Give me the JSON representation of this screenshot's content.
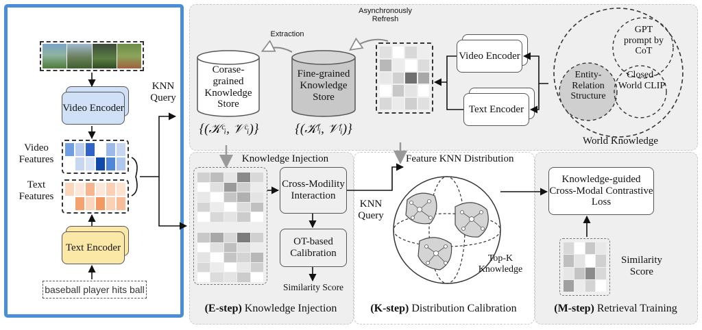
{
  "left_panel": {
    "video_encoder": "Video Encoder",
    "video_features": "Video Features",
    "text_features": "Text Features",
    "text_encoder": "Text Encoder",
    "caption": "baseball player hits ball",
    "knn_query": "KNN Query"
  },
  "top_panel": {
    "extraction": "Extraction",
    "async_refresh": "Asynchronously Refresh",
    "coarse_store": "Corase-grained Knowledge Store",
    "fine_store": "Fine-grained Knowledge Store",
    "coarse_set": "{(𝒦ᶜᵢ, 𝒱ᶜᵢ)}",
    "fine_set": "{(𝒦ᶠᵢ, 𝒱ᶠᵢ)}",
    "video_encoder": "Video Encoder",
    "text_encoder": "Text Encoder",
    "world_knowledge": "World Knowledge",
    "gpt": "GPT prompt by CoT",
    "entity": "Entity-Relation Structure",
    "clip": "Closed-World CLIP",
    "feature_knn": "Feature KNN Distribution"
  },
  "e_step": {
    "title": "Knowledge Injection",
    "cross_modality": "Cross-Modility Interaction",
    "ot": "OT-based Calibration",
    "similarity": "Similarity Score",
    "step_bold": "(E-step)",
    "step_text": "Knowledge Injection",
    "knn_query": "KNN Query"
  },
  "k_step": {
    "topk": "Top-K Knowledge",
    "step_bold": "(K-step)",
    "step_text": "Distribution Calibration"
  },
  "m_step": {
    "loss": "Knowledge-guided Cross-Modal Contrastive Loss",
    "similarity": "Similarity Score",
    "step_bold": "(M-step)",
    "step_text": "Retrieval Training"
  },
  "colors": {
    "left_border": "#4a8ed8",
    "video_card": "#cfe0f7",
    "text_card": "#fbe7a6",
    "panel": "#efefef"
  }
}
